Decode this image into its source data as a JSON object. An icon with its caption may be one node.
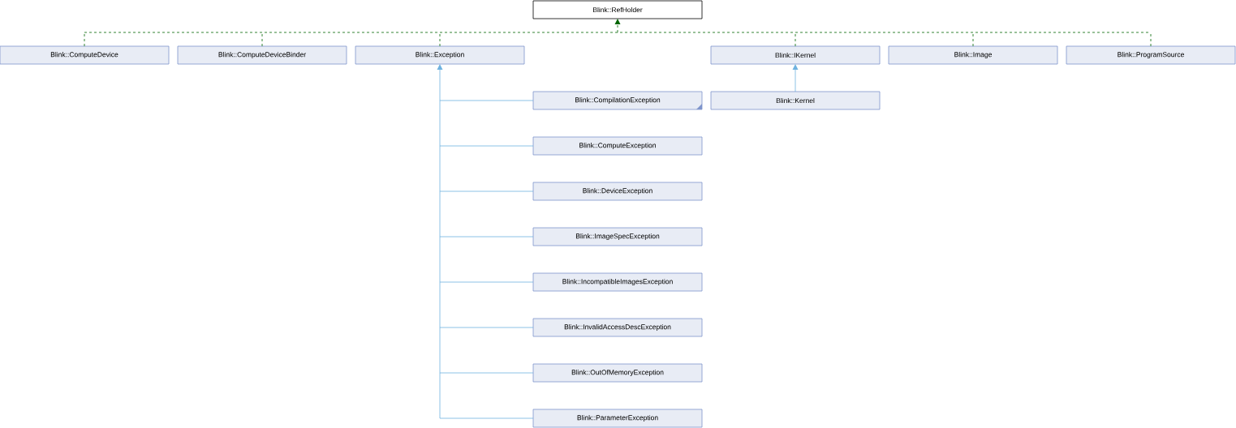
{
  "diagram": {
    "nodes": [
      {
        "text": [
          "Blink::RefHolder"
        ]
      },
      {
        "text": [
          "Blink::ComputeDevice"
        ]
      },
      {
        "text": [
          "Blink::ComputeDeviceBinder"
        ]
      },
      {
        "text": [
          "Blink::Exception"
        ]
      },
      {
        "text": [
          "Blink::IKernel"
        ]
      },
      {
        "text": [
          "Blink::Image"
        ]
      },
      {
        "text": [
          "Blink::ProgramSource"
        ]
      },
      {
        "text": [
          "Blink::CompilationException"
        ]
      },
      {
        "text": [
          "Blink::Kernel"
        ]
      },
      {
        "text": [
          "Blink::ComputeException"
        ]
      },
      {
        "text": [
          "Blink::DeviceException"
        ]
      },
      {
        "text": [
          "Blink::ImageSpecException"
        ]
      },
      {
        "text": [
          "Blink::IncompatibleImagesException"
        ]
      },
      {
        "text": [
          "Blink::InvalidAccessDescException"
        ]
      },
      {
        "text": [
          "Blink::OutOfMemoryException"
        ]
      },
      {
        "text": [
          "Blink::ParameterException"
        ]
      }
    ],
    "edges": [
      {
        "from": 1,
        "to": 0,
        "arrow": "to",
        "style": "dashed",
        "color": "#006400"
      },
      {
        "from": 2,
        "to": 0,
        "arrow": "to",
        "style": "dashed",
        "color": "#006400"
      },
      {
        "from": 3,
        "to": 0,
        "arrow": "to",
        "style": "dashed",
        "color": "#006400"
      },
      {
        "from": 4,
        "to": 0,
        "arrow": "to",
        "style": "dashed",
        "color": "#006400"
      },
      {
        "from": 5,
        "to": 0,
        "arrow": "to",
        "style": "dashed",
        "color": "#006400"
      },
      {
        "from": 6,
        "to": 0,
        "arrow": "to",
        "style": "dashed",
        "color": "#006400"
      },
      {
        "from": 7,
        "to": 3,
        "arrow": "to"
      },
      {
        "from": 8,
        "to": 4,
        "arrow": "to"
      },
      {
        "from": 9,
        "to": 3,
        "arrow": "to"
      },
      {
        "from": 10,
        "to": 3,
        "arrow": "to"
      },
      {
        "from": 11,
        "to": 3,
        "arrow": "to"
      },
      {
        "from": 12,
        "to": 3,
        "arrow": "to"
      },
      {
        "from": 13,
        "to": 3,
        "arrow": "to"
      },
      {
        "from": 14,
        "to": 3,
        "arrow": "to"
      },
      {
        "from": 15,
        "to": 3,
        "arrow": "to"
      }
    ]
  }
}
